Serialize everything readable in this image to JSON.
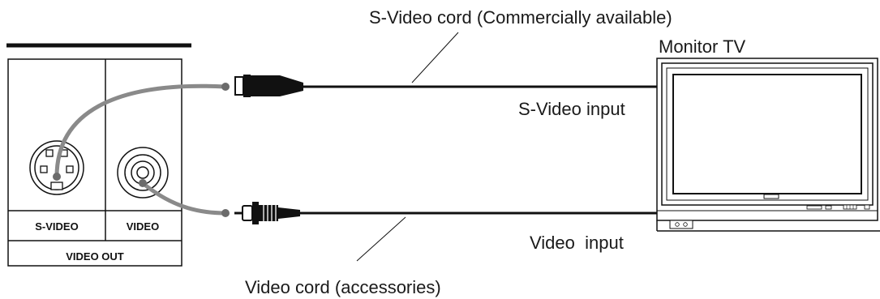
{
  "labels": {
    "svideo_cord": "S-Video cord (Commercially available)",
    "monitor_tv": "Monitor TV",
    "svideo_input": "S-Video input",
    "video_input": "Video  input",
    "video_cord": "Video cord (accessories)"
  },
  "panel": {
    "svideo_jack": "S-VIDEO",
    "video_jack": "VIDEO",
    "video_out": "VIDEO OUT"
  }
}
